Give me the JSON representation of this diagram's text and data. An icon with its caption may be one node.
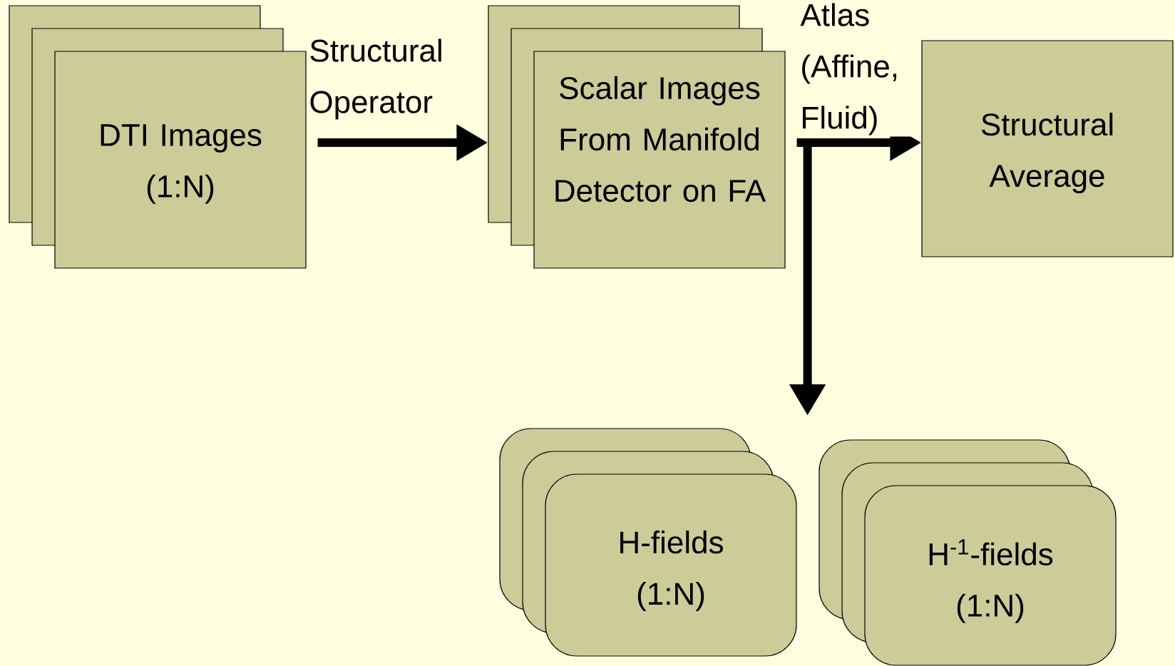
{
  "diagram": {
    "nodes": [
      {
        "text": [
          "DTI Images (1:N)"
        ]
      },
      {
        "text": [
          "Scalar Images From Manifold Detector on FA"
        ]
      },
      {
        "text": [
          "Structural Average"
        ]
      },
      {
        "text": [
          "H-fields (1:N)"
        ]
      },
      {
        "text": [
          "H$^{-1}$-fields (1:N)"
        ]
      }
    ],
    "edges": [
      {
        "from": 0,
        "to": 1,
        "arrow": "to",
        "label": "Structural Operator"
      },
      {
        "from": 1,
        "to": 2,
        "arrow": "to",
        "label": "Atlas (Affine, Fluid)"
      },
      {
        "from": 1,
        "to": null,
        "arrow": "to"
      }
    ]
  }
}
